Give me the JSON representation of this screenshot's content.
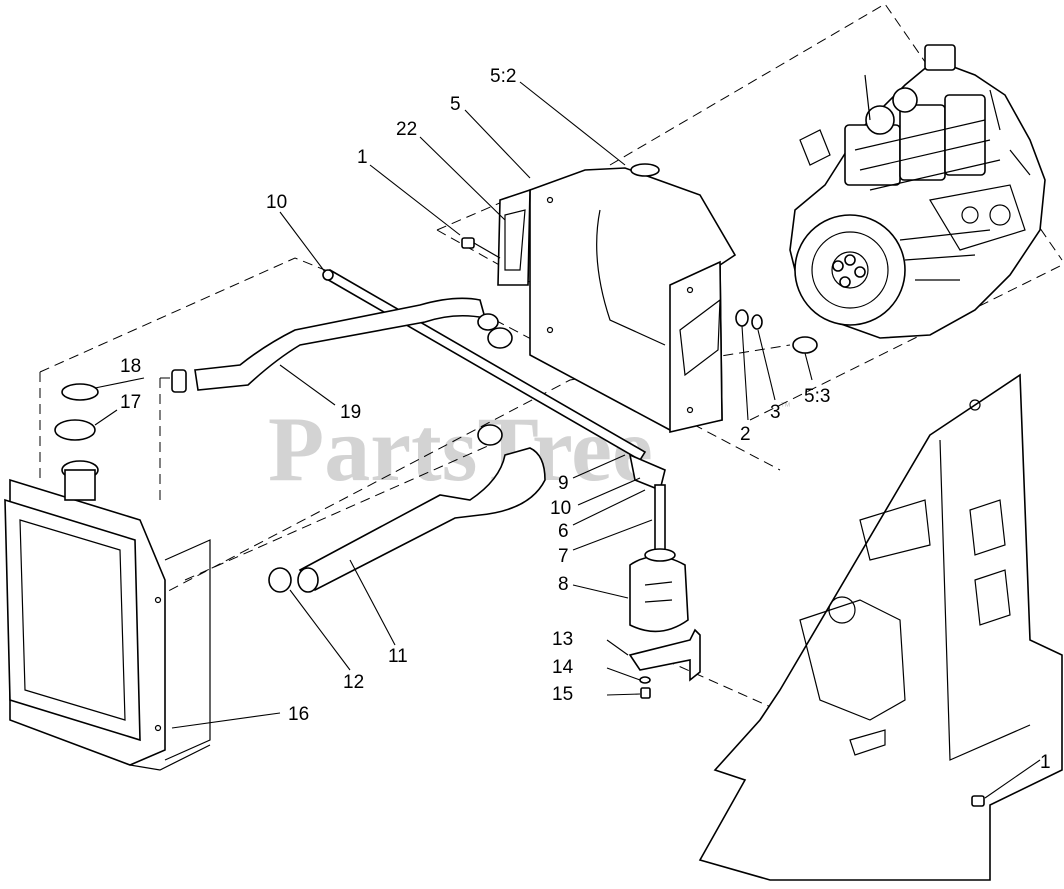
{
  "watermark": {
    "text": "PartsTree",
    "trademark": "™"
  },
  "callouts": [
    {
      "id": "c-5-2",
      "text": "5:2"
    },
    {
      "id": "c-5",
      "text": "5"
    },
    {
      "id": "c-22",
      "text": "22"
    },
    {
      "id": "c-1-top",
      "text": "1"
    },
    {
      "id": "c-10-top",
      "text": "10"
    },
    {
      "id": "c-18",
      "text": "18"
    },
    {
      "id": "c-17",
      "text": "17"
    },
    {
      "id": "c-19",
      "text": "19"
    },
    {
      "id": "c-2",
      "text": "2"
    },
    {
      "id": "c-3",
      "text": "3"
    },
    {
      "id": "c-5-3",
      "text": "5:3"
    },
    {
      "id": "c-9",
      "text": "9"
    },
    {
      "id": "c-10-mid",
      "text": "10"
    },
    {
      "id": "c-6",
      "text": "6"
    },
    {
      "id": "c-7",
      "text": "7"
    },
    {
      "id": "c-8",
      "text": "8"
    },
    {
      "id": "c-13",
      "text": "13"
    },
    {
      "id": "c-14",
      "text": "14"
    },
    {
      "id": "c-15",
      "text": "15"
    },
    {
      "id": "c-11",
      "text": "11"
    },
    {
      "id": "c-12",
      "text": "12"
    },
    {
      "id": "c-16",
      "text": "16"
    },
    {
      "id": "c-1-bottom",
      "text": "1"
    }
  ]
}
